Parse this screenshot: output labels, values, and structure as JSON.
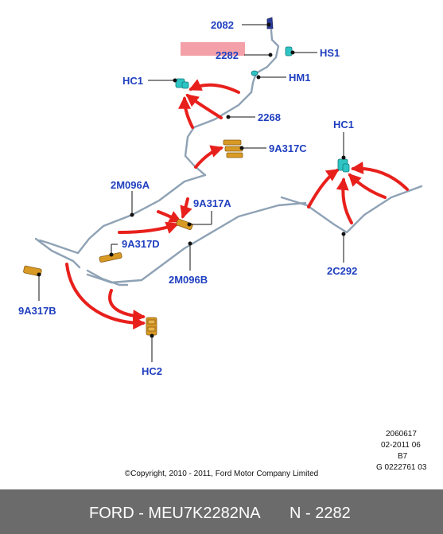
{
  "callouts": {
    "c2082": "2082",
    "c2282": "2282",
    "hs1": "HS1",
    "hm1": "HM1",
    "hc1_left": "HC1",
    "c2268": "2268",
    "c9a317c": "9A317C",
    "hc1_right": "HC1",
    "c2m096a": "2M096A",
    "c9a317a": "9A317A",
    "c9a317d": "9A317D",
    "c2m096b": "2M096B",
    "c2c292": "2C292",
    "c9a317b": "9A317B",
    "hc2": "HC2"
  },
  "meta": {
    "line1": "2060617",
    "line2": "02-2011 06",
    "line3": "B7",
    "line4": "G 0222761 03"
  },
  "copyright": "©Copyright, 2010 - 2011, Ford Motor Company Limited",
  "footer": {
    "part": "FORD - MEU7K2282NA",
    "ref": "N - 2282"
  },
  "colors": {
    "label": "#1f3fbf",
    "arrow": "#e8201c",
    "tube": "#8fa2b5",
    "clip": "#d89a24",
    "connector": "#2ec4c4",
    "highlight": "#f3a0a8",
    "footer_bg": "#6b6b6b"
  }
}
